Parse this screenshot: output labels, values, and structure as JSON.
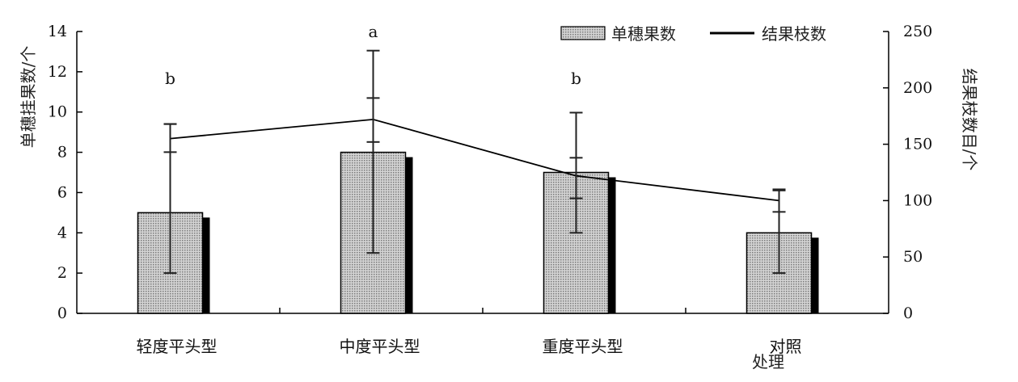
{
  "chart_data": {
    "type": "bar",
    "categories": [
      "轻度平头型",
      "中度平头型",
      "重度平头型",
      "对照"
    ],
    "xlabel": "处理",
    "ylabel_left": "单穗挂果数/个",
    "ylabel_right": "结果枝数目/个",
    "ylim_left": [
      0,
      14
    ],
    "ylim_right": [
      0,
      250
    ],
    "yticks_left": [
      "0",
      "2",
      "4",
      "6",
      "8",
      "10",
      "12",
      "14"
    ],
    "yticks_right": [
      "0",
      "50",
      "100",
      "150",
      "200",
      "250"
    ],
    "grid": false,
    "legend_position": "top-right",
    "series": [
      {
        "name": "单穗果数",
        "kind": "bar",
        "axis": "left",
        "values": [
          5,
          8,
          7,
          4
        ],
        "error_low": [
          2,
          3,
          4,
          2
        ],
        "error_high": [
          9.4,
          13.05,
          9.97,
          6.16
        ]
      },
      {
        "name": "结果枝数",
        "kind": "line",
        "axis": "right",
        "values": [
          155,
          172,
          122,
          100
        ],
        "error_low": [
          143,
          152,
          102,
          90
        ],
        "error_high": [
          168,
          191,
          138,
          109
        ]
      }
    ],
    "significance": [
      "b",
      "a",
      "b",
      ""
    ],
    "colors": {
      "bar_fill": "#b9b9b9",
      "bar_shadow": "#000000",
      "line": "#000000"
    }
  }
}
